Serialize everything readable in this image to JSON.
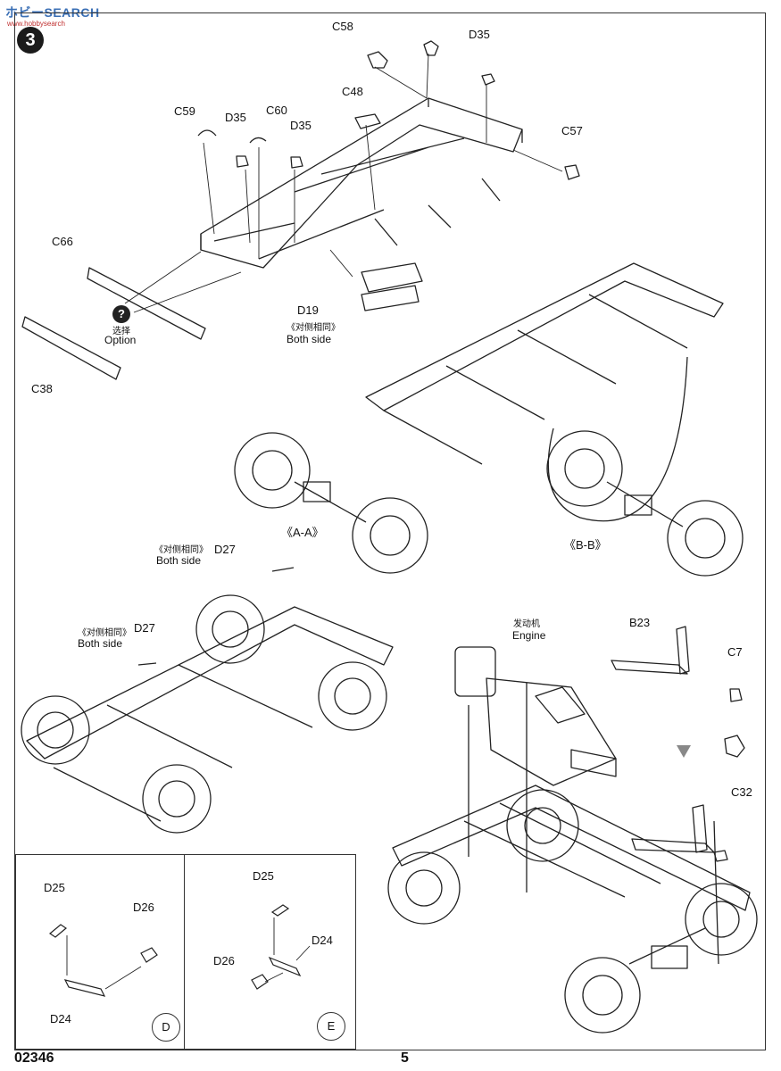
{
  "watermark": {
    "brand": "ホビーSEARCH",
    "url": "www.hobbysearch"
  },
  "step": {
    "number": "3"
  },
  "parts": {
    "c58": "C58",
    "d35_top": "D35",
    "c48": "C48",
    "c59": "C59",
    "d35_left": "D35",
    "c60": "C60",
    "d35_mid": "D35",
    "c57": "C57",
    "c66": "C66",
    "c38": "C38",
    "d19": "D19",
    "d27_a": "D27",
    "d27_b": "D27",
    "b23": "B23",
    "c7": "C7",
    "c32": "C32"
  },
  "notes": {
    "option_cn": "选择",
    "option_en": "Option",
    "both_side_cn_1": "《对侧相同》",
    "both_side_en_1": "Both side",
    "both_side_cn_2": "《对侧相同》",
    "both_side_en_2": "Both side",
    "both_side_cn_3": "《对侧相同》",
    "both_side_en_3": "Both side",
    "engine_cn": "发动机",
    "engine_en": "Engine",
    "section_a": "《A-A》",
    "section_b": "《B-B》"
  },
  "inset_d": {
    "p1": "D25",
    "p2": "D26",
    "p3": "D24",
    "badge": "D"
  },
  "inset_e": {
    "p1": "D25",
    "p2": "D24",
    "p3": "D26",
    "badge": "E"
  },
  "footer": {
    "code": "02346",
    "page": "5"
  }
}
